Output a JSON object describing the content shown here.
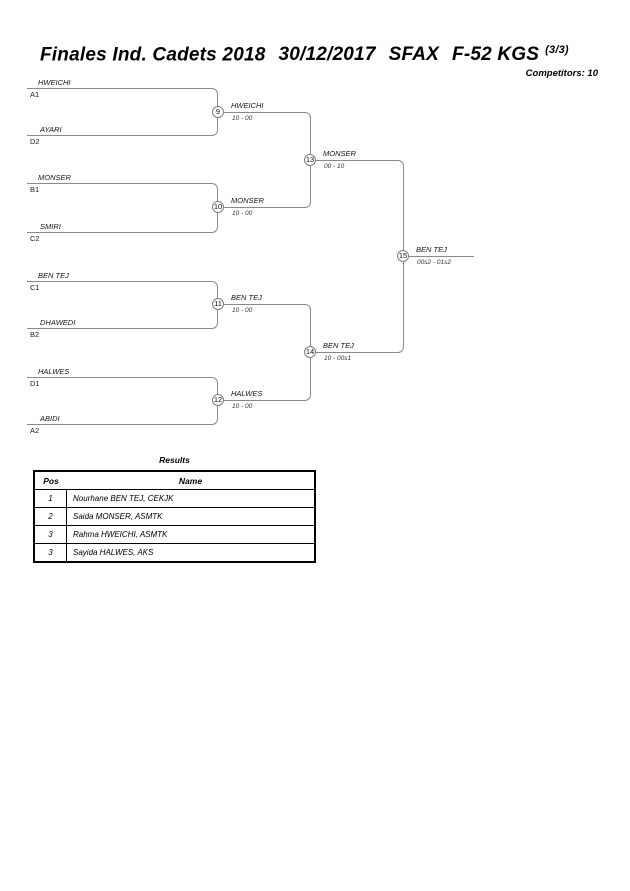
{
  "header": {
    "title_event": "Finales Ind. Cadets 2018",
    "title_date": "30/12/2017",
    "title_city": "SFAX",
    "title_category": "F-52 KGS",
    "title_page": "(3/3)",
    "competitors_label": "Competitors: 10"
  },
  "colors": {
    "line": "#8a8a8a",
    "text": "#141414",
    "table_border": "#000000",
    "background": "#ffffff"
  },
  "bracket": {
    "round1": [
      {
        "match_no": "9",
        "top_name": "HWEICHI",
        "top_seed": "A1",
        "bottom_name": "AYARI",
        "bottom_seed": "D2",
        "winner": "HWEICHI",
        "score": "10 - 00"
      },
      {
        "match_no": "10",
        "top_name": "MONSER",
        "top_seed": "B1",
        "bottom_name": "SMIRI",
        "bottom_seed": "C2",
        "winner": "MONSER",
        "score": "10 - 00"
      },
      {
        "match_no": "11",
        "top_name": "BEN TEJ",
        "top_seed": "C1",
        "bottom_name": "DHAWEDI",
        "bottom_seed": "B2",
        "winner": "BEN TEJ",
        "score": "10 - 00"
      },
      {
        "match_no": "12",
        "top_name": "HALWES",
        "top_seed": "D1",
        "bottom_name": "ABIDI",
        "bottom_seed": "A2",
        "winner": "HALWES",
        "score": "10 - 00"
      }
    ],
    "semifinals": [
      {
        "match_no": "13",
        "winner": "MONSER",
        "score": "00 - 10"
      },
      {
        "match_no": "14",
        "winner": "BEN TEJ",
        "score": "10 - 00s1"
      }
    ],
    "final": {
      "match_no": "15",
      "winner": "BEN TEJ",
      "score": "00s2 - 01s2"
    }
  },
  "results": {
    "title": "Results",
    "columns": [
      "Pos",
      "Name"
    ],
    "rows": [
      {
        "pos": "1",
        "name": "Nourhane BEN TEJ, CEKJK"
      },
      {
        "pos": "2",
        "name": "Saida MONSER, ASMTK"
      },
      {
        "pos": "3",
        "name": "Rahma HWEICHI, ASMTK"
      },
      {
        "pos": "3",
        "name": "Sayida HALWES, AKS"
      }
    ]
  }
}
